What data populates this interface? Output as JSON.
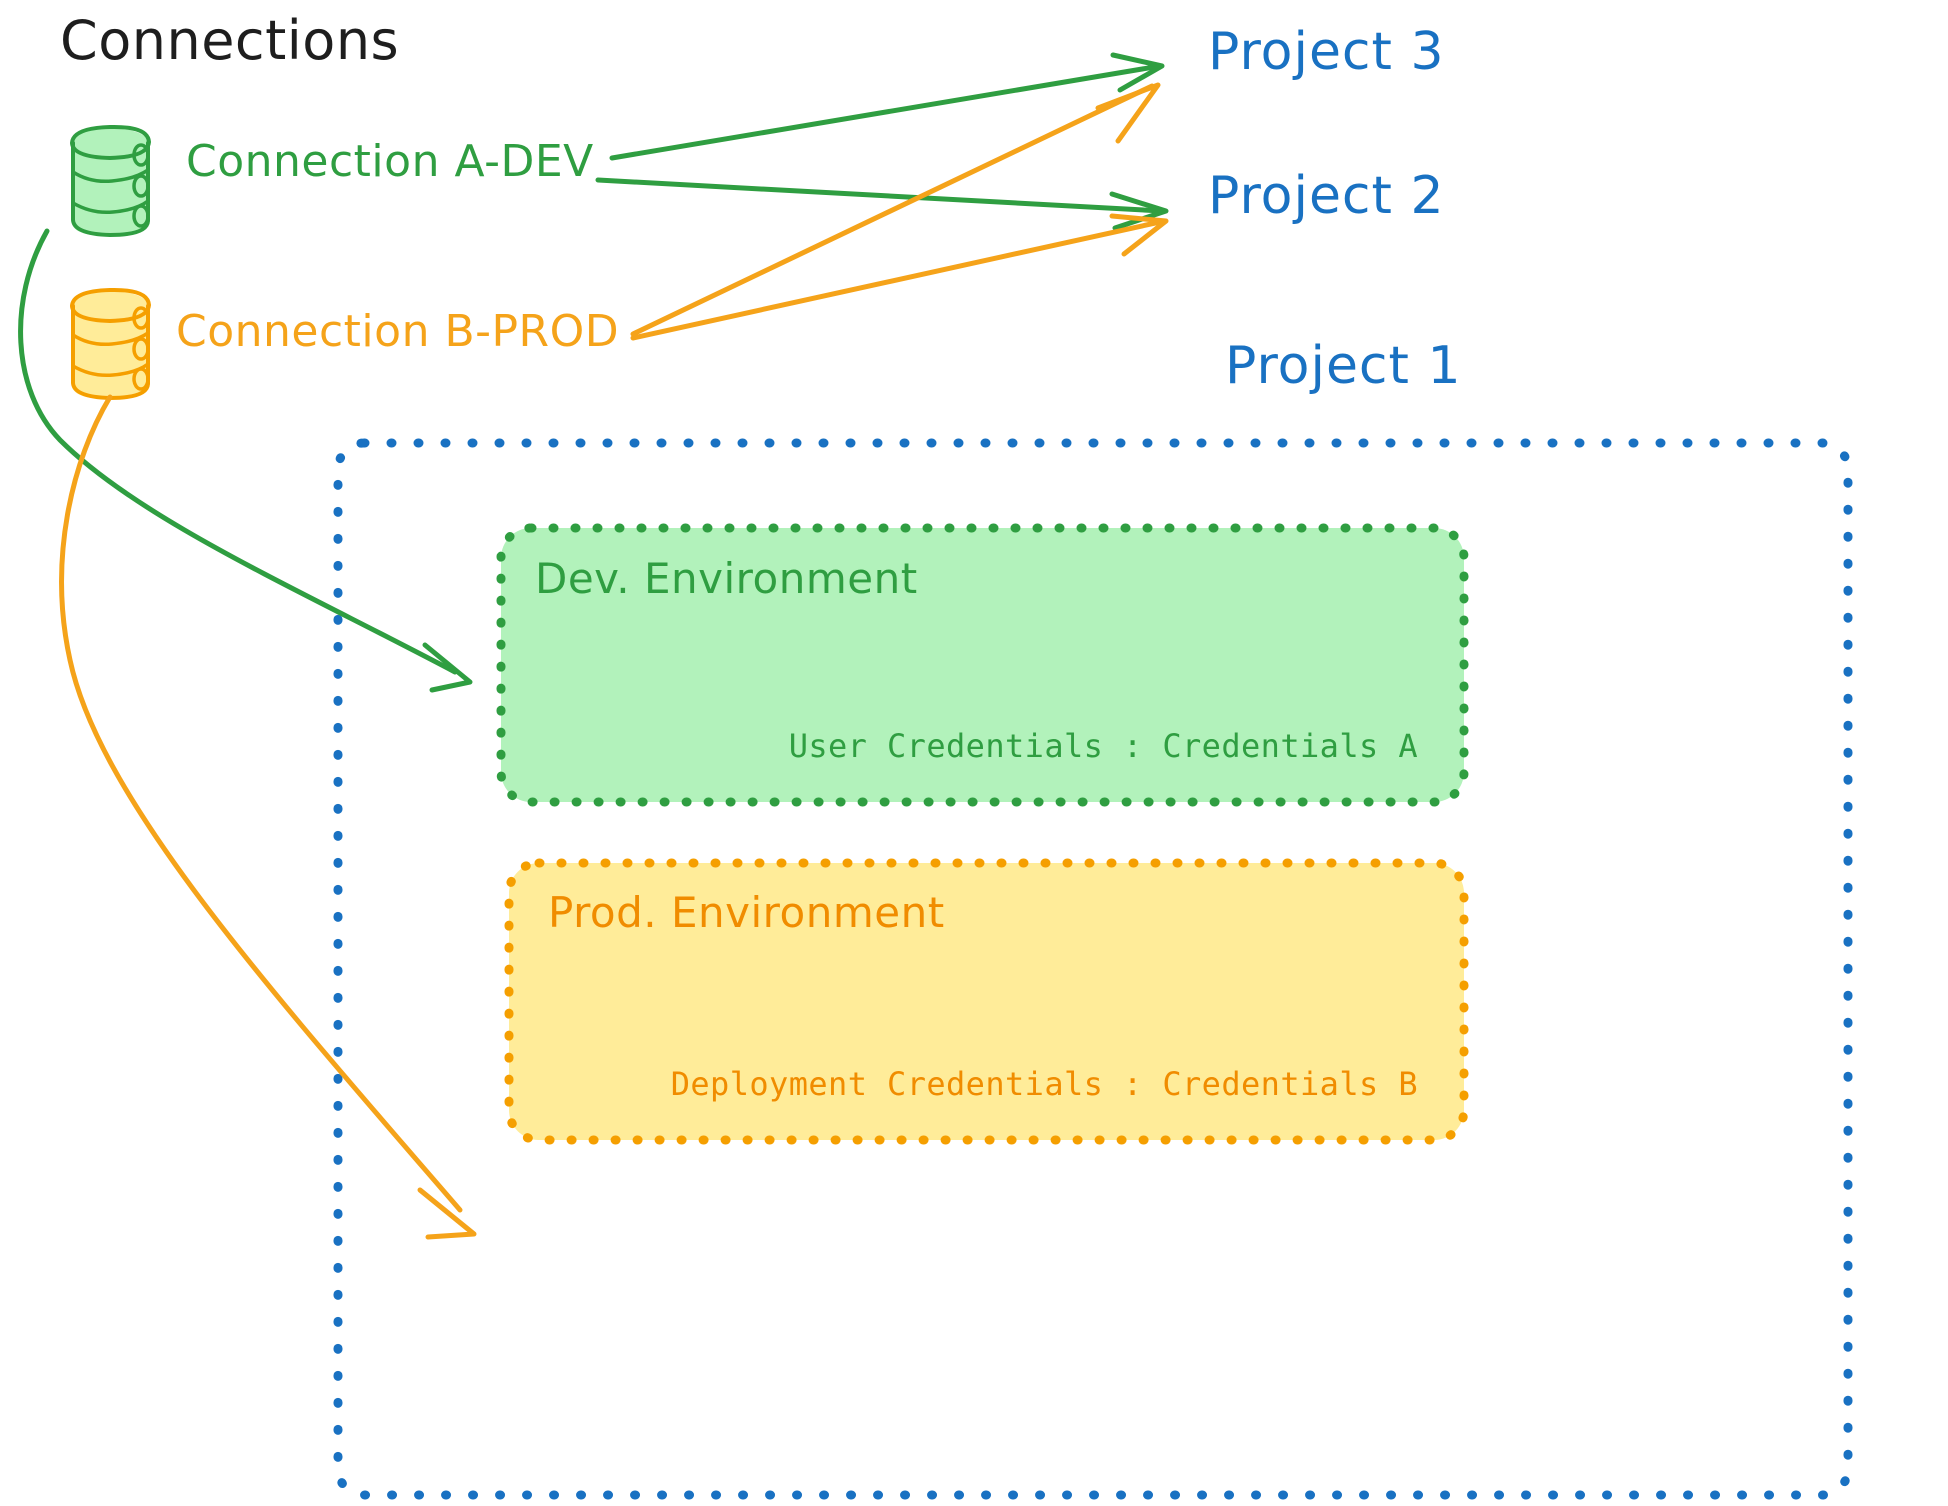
{
  "diagram": {
    "title": "Connections",
    "title_color": "#1e1e1e",
    "background": "#ffffff"
  },
  "connections": [
    {
      "id": "connection-a-dev",
      "label": "Connection A-DEV",
      "color": "#2f9e41",
      "fill": "#b2f2bb",
      "icon": "database-cylinder-icon"
    },
    {
      "id": "connection-b-prod",
      "label": "Connection B-PROD",
      "color": "#f5a31a",
      "fill": "#ffec99",
      "icon": "database-cylinder-icon"
    }
  ],
  "projects": [
    {
      "id": "project-3",
      "label": "Project 3",
      "color": "#1971c2"
    },
    {
      "id": "project-2",
      "label": "Project 2",
      "color": "#1971c2"
    },
    {
      "id": "project-1",
      "label": "Project 1",
      "color": "#1971c2"
    }
  ],
  "project_1_container": {
    "border_color": "#1971c2",
    "border_style": "dotted",
    "environments": [
      {
        "id": "dev-environment",
        "title": "Dev. Environment",
        "credentials_label": "User Credentials : Credentials A",
        "color": "#2f9e41",
        "fill": "#b2f2bb",
        "border_color": "#2f9e41"
      },
      {
        "id": "prod-environment",
        "title": "Prod. Environment",
        "credentials_label": "Deployment Credentials : Credentials B",
        "color": "#f08c00",
        "fill": "#ffec99",
        "border_color": "#f59f00"
      }
    ]
  },
  "edges": [
    {
      "from": "connection-a-dev",
      "to": "project-3",
      "color": "#2f9e41"
    },
    {
      "from": "connection-a-dev",
      "to": "project-2",
      "color": "#2f9e41"
    },
    {
      "from": "connection-a-dev",
      "to": "dev-environment",
      "color": "#2f9e41"
    },
    {
      "from": "connection-b-prod",
      "to": "project-3",
      "color": "#f5a31a"
    },
    {
      "from": "connection-b-prod",
      "to": "project-2",
      "color": "#f5a31a"
    },
    {
      "from": "connection-b-prod",
      "to": "prod-environment",
      "color": "#f5a31a"
    }
  ]
}
